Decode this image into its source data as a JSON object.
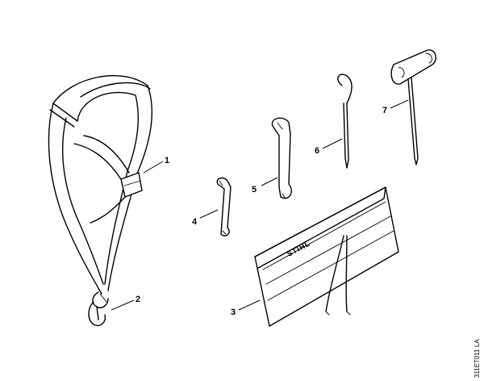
{
  "callouts": {
    "c1": "1",
    "c2": "2",
    "c3": "3",
    "c4": "4",
    "c5": "5",
    "c6": "6",
    "c7": "7"
  },
  "pouch_brand": "STIHL",
  "drawing_code": "311ET011 LA"
}
